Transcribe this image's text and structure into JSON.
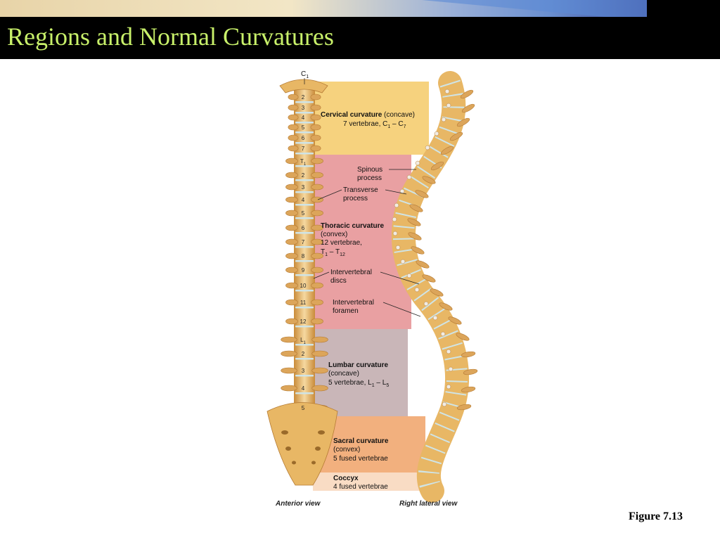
{
  "slide": {
    "title": "Regions and Normal Curvatures",
    "figure_number": "Figure 7.13"
  },
  "colors": {
    "title_text": "#c8f06a",
    "title_bg": "#000000",
    "cervical_band": "#f6d27e",
    "thoracic_band": "#e9a0a2",
    "lumbar_band": "#c9b6b8",
    "sacral_band": "#f2b07e",
    "coccyx_band": "#f9dcc4",
    "bone": "#e8b765"
  },
  "diagram": {
    "top_label": "C",
    "top_label_sub": "1",
    "regions": {
      "cervical": {
        "title": "Cervical curvature",
        "qualifier": " (concave)",
        "detail_pre": "7 vertebrae, C",
        "sub1": "1",
        "detail_mid": " – C",
        "sub2": "7"
      },
      "thoracic": {
        "title": "Thoracic curvature",
        "qualifier": "(convex)",
        "detail": "12 vertebrae,",
        "range_a": "T",
        "sub1": "1",
        "range_mid": " – T",
        "sub2": "12"
      },
      "lumbar": {
        "title": "Lumbar curvature",
        "qualifier": "(concave)",
        "detail_pre": "5 vertebrae, L",
        "sub1": "1",
        "detail_mid": " – L",
        "sub2": "5"
      },
      "sacral": {
        "title": "Sacral curvature",
        "qualifier": "(convex)",
        "detail": "5 fused vertebrae"
      },
      "coccyx": {
        "title": "Coccyx",
        "detail": "4 fused vertebrae"
      }
    },
    "callouts": {
      "spinous_1": "Spinous",
      "spinous_2": "process",
      "transverse_1": "Transverse",
      "transverse_2": "process",
      "discs_1": "Intervertebral",
      "discs_2": "discs",
      "foramen_1": "Intervertebral",
      "foramen_2": "foramen"
    },
    "vertebra_numbers": {
      "cervical": [
        "2",
        "3",
        "4",
        "5",
        "6",
        "7"
      ],
      "thoracic_first": "T",
      "thoracic_first_sub": "1",
      "thoracic": [
        "2",
        "3",
        "4",
        "5",
        "6",
        "7",
        "8",
        "9",
        "10",
        "11",
        "12"
      ],
      "lumbar_first": "L",
      "lumbar_first_sub": "1",
      "lumbar": [
        "2",
        "3",
        "4",
        "5"
      ]
    },
    "views": {
      "anterior": "Anterior view",
      "lateral": "Right lateral view"
    }
  }
}
